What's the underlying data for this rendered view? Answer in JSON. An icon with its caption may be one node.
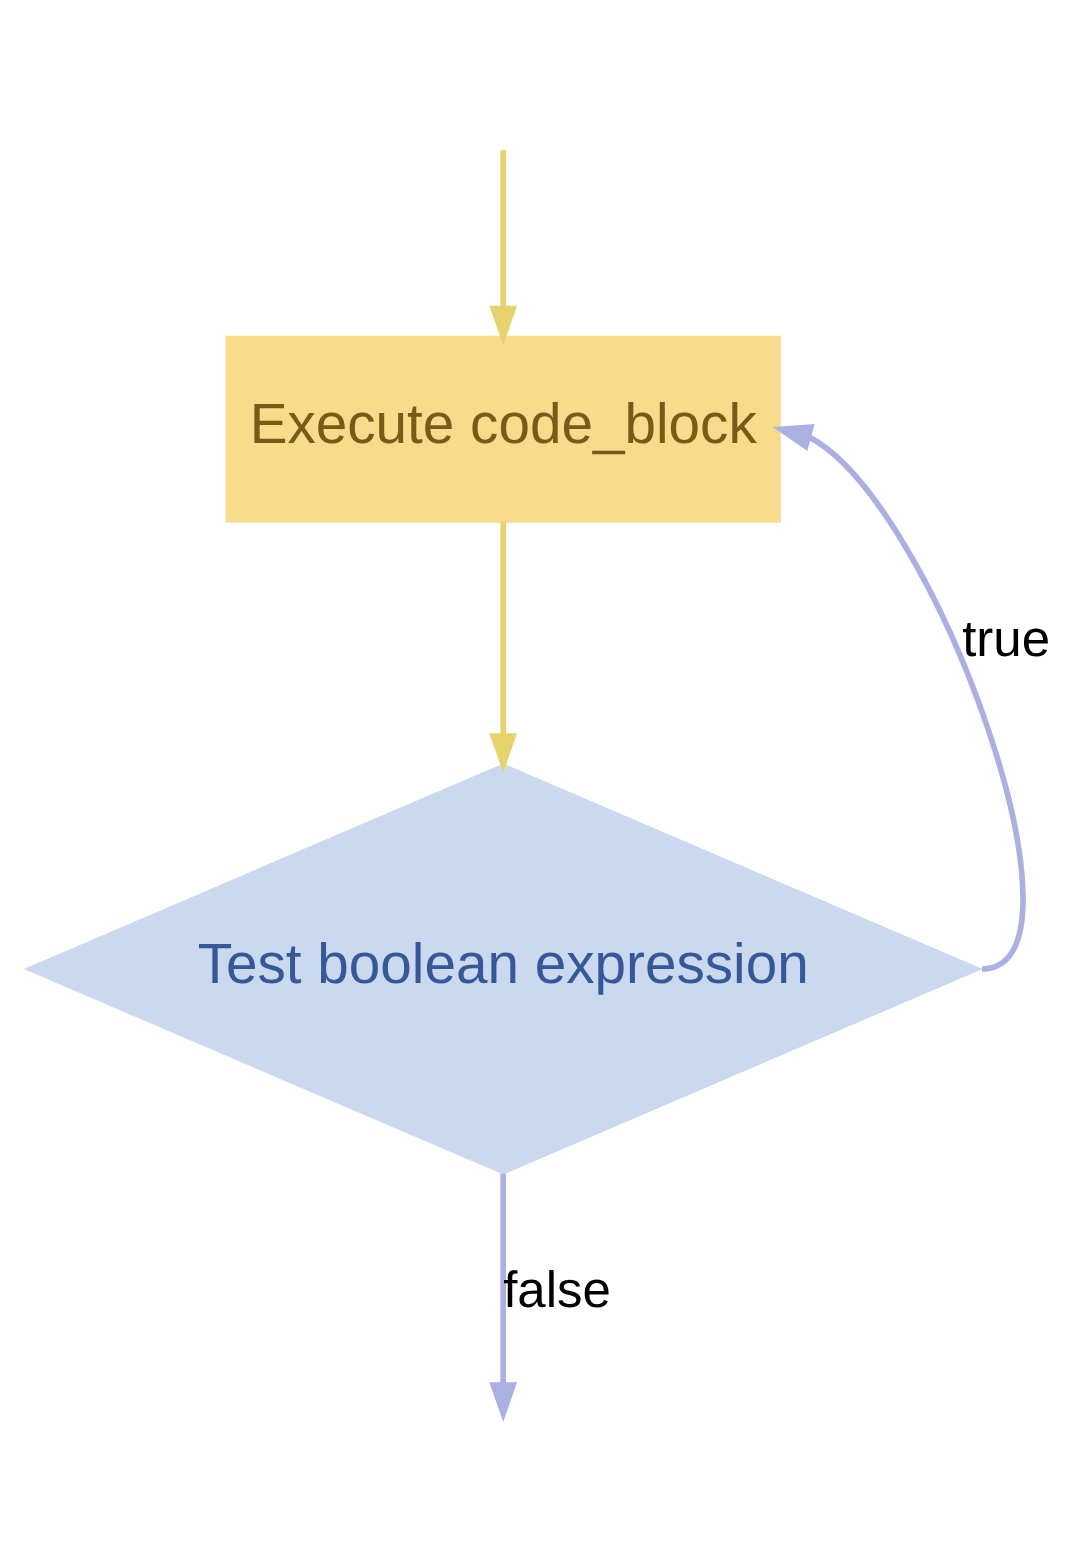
{
  "diagram": {
    "nodes": [
      {
        "text": [
          "Execute code_block"
        ]
      },
      {
        "text": [
          "Test boolean expression"
        ]
      }
    ],
    "edges": [
      {
        "from": null,
        "to": 0,
        "arrow": "to",
        "color": "#e6d36c"
      },
      {
        "from": 0,
        "to": 1,
        "arrow": "to",
        "color": "#e6d36c"
      },
      {
        "from": 1,
        "to": 0,
        "arrow": "to",
        "label": "true",
        "color": "#aab0e4"
      },
      {
        "from": 1,
        "to": null,
        "arrow": "to",
        "label": "false",
        "color": "#aab0e4"
      }
    ]
  }
}
